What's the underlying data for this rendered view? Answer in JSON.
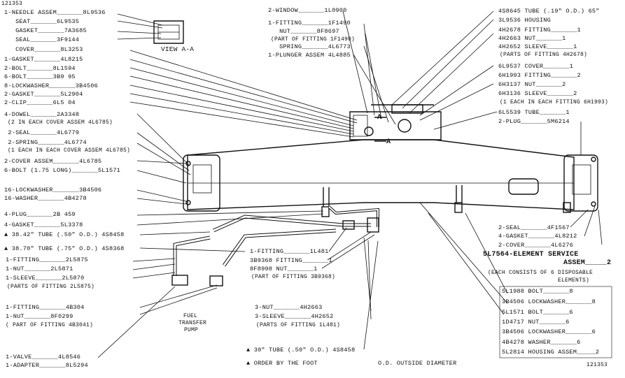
{
  "figure_id": "121353",
  "figure_id_bottom": "121353",
  "view_label": "VIEW A-A",
  "pump_label": [
    "FUEL",
    "TRANSFER",
    "PUMP"
  ],
  "section_marks": [
    "A",
    "A"
  ],
  "left_labels": [
    "1-NEEDLE ASSEM_______8L9536",
    "   SEAT_______6L9535",
    "   GASKET_______7A3685",
    "   SEAL_______3F9144",
    "   COVER_______8L3253",
    "1-GASKET_______4L8215",
    "2-BOLT_______8L1594",
    "6-BOLT_______3B9 95",
    "8-LOCKWASHER_______3B4506",
    "2-GASKET_______5L2904",
    "2-CLIP_______6L5 04",
    "4-DOWEL_______2A3348",
    " (2 IN EACH COVER ASSEM 4L6785)",
    " 2-SEAL_______4L6779",
    " 2-SPRING_______4L6774",
    " (1 EACH IN EACH COVER ASSEM 4L6785)",
    "2-COVER ASSEM_______4L6785",
    "6-BOLT (1.75 LONG)_______5L1571",
    "16-LOCKWASHER_______3B4506",
    "16-WASHER_______4B4278",
    "4-PLUG_______2B 459",
    "4-GASKET_______5L3378",
    "▲ 38.42\" TUBE (.50\" O.D.) 4S8458",
    "▲ 38.70\" TUBE (.75\" O.D.) 4S8368"
  ],
  "left_lower_labels": [
    "1-FITTING_______2L5875",
    "1-NUT_______2L5871",
    "1-SLEEVE_______2L5870",
    "(PARTS OF FITTING 2L5875)",
    "1-FITTING_______4B304",
    "1-NUT_______8F0299",
    "( PART OF FITTING 4B3041)",
    "1-VALVE_______4L8546",
    "1-ADAPTER_______8L5294"
  ],
  "top_center_labels": [
    "2-WINDOW_______1L0900",
    "1-FITTING_______1F1490",
    "   NUT_______8F8697",
    "(PART OF FITTING 1F1490)",
    "   SPRING_______4L6773",
    "1-PLUNGER ASSEM 4L4885"
  ],
  "top_right_labels": [
    "4S8645 TUBE (.19\" O.D.) 65\"",
    "3L9536 HOUSING",
    "4H2678 FITTING_______1",
    "4H2663 NUT_______1",
    "4H2652 SLEEVE_______1",
    "(PARTS OF FITTING 4H2678)",
    "6L9537 COVER_______1",
    "6H1993 FITTING_______2",
    "6H3137 NUT_______2",
    "6H3136 SLEEVE_______2",
    "(1 EACH IN EACH FITTING 6H1993)",
    "6L5539 TUBE_______1",
    "2-PLUG_______5M6214"
  ],
  "center_labels": [
    "1-FITTING_______1L481",
    "3B9368 FITTING_______1",
    "8F8998 NUT_______1",
    "(PART OF FITTING 3B9368)",
    "3-NUT_______4H2663",
    "3-SLEEVE_______4H2652",
    "(PARTS OF FITTING 1L481)",
    "▲ 30\" TUBE (.50\" O.D.) 4S8458",
    "▲ ORDER BY THE FOOT",
    "O.D. OUTSIDE DIAMETER"
  ],
  "right_mid_labels": [
    "2-SEAL_______4F1567",
    "4-GASKET_______4L8212",
    "2-COVER_______4L6276",
    "5L7564-ELEMENT SERVICE",
    "ASSEM_____2",
    "(EACH CONSISTS OF 6 DISPOSABLE",
    "ELEMENTS)"
  ],
  "right_bottom_table": [
    "5L1988 BOLT_______8",
    "3B4506 LOCKWASHER_______8",
    "5L1571 BOLT_______6",
    "1D4717 NUT_______6",
    "3B4506 LOCKWASHER_______6",
    "4B4278 WASHER_______6",
    "5L2814 HOUSING ASSEM_____2"
  ]
}
